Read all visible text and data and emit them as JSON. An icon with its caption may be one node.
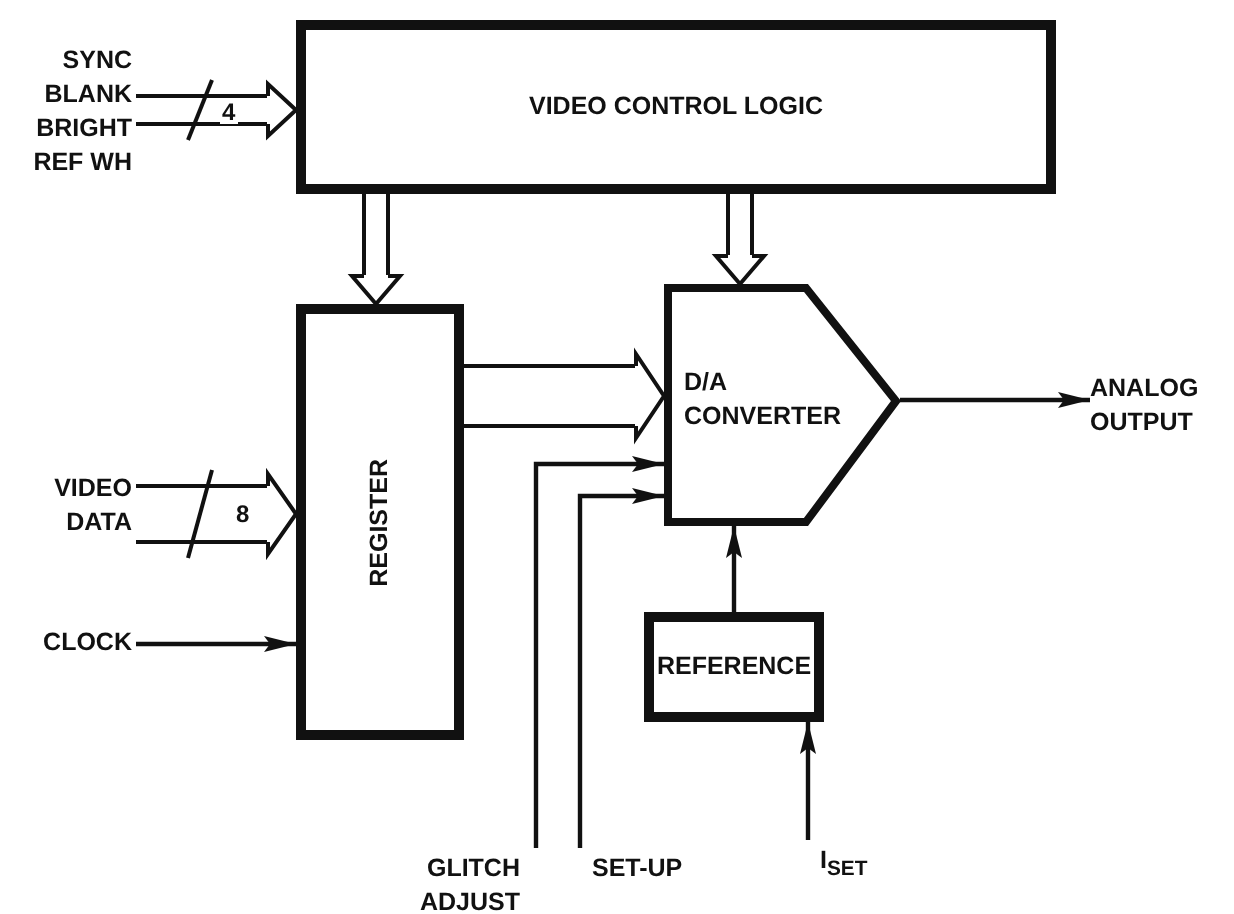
{
  "diagram": {
    "nodes": [
      {
        "text": [
          "VIDEO CONTROL LOGIC"
        ]
      },
      {
        "text": [
          "REGISTER"
        ]
      },
      {
        "text": [
          "D/A CONVERTER"
        ]
      },
      {
        "text": [
          "REFERENCE"
        ]
      },
      {
        "text": [
          "SYNC BLANK BRIGHT REF WH"
        ]
      },
      {
        "text": [
          "VIDEO DATA"
        ]
      },
      {
        "text": [
          "CLOCK"
        ]
      },
      {
        "text": [
          "GLITCH ADJUST"
        ]
      },
      {
        "text": [
          "SET-UP"
        ]
      },
      {
        "text": [
          "ANALOG OUTPUT"
        ]
      },
      {
        "text": [
          "I$_{SET}$"
        ]
      }
    ],
    "edges": [
      {
        "from": 4,
        "to": 0,
        "arrow": "to",
        "label": "4",
        "style": "thick"
      },
      {
        "from": 0,
        "to": 1,
        "arrow": "to",
        "style": "thick"
      },
      {
        "from": 0,
        "to": 2,
        "arrow": "to",
        "style": "thick"
      },
      {
        "from": 1,
        "to": 2,
        "arrow": "to",
        "style": "thick"
      },
      {
        "from": 5,
        "to": 1,
        "arrow": "to",
        "label": "8",
        "style": "thick"
      },
      {
        "from": 6,
        "to": 1,
        "arrow": "to"
      },
      {
        "from": 7,
        "to": 2,
        "arrow": "to"
      },
      {
        "from": 8,
        "to": 2,
        "arrow": "to"
      },
      {
        "from": 2,
        "to": 9,
        "arrow": "to"
      },
      {
        "from": 3,
        "to": 2,
        "arrow": "to"
      },
      {
        "from": 10,
        "to": 3,
        "arrow": "to"
      }
    ]
  }
}
